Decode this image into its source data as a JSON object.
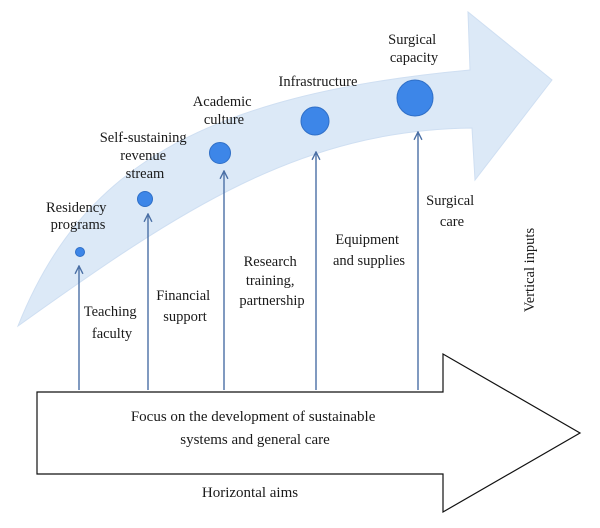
{
  "diagram": {
    "colors": {
      "curved_arrow_fill": "#dce9f7",
      "curved_arrow_stroke": "#cfdff2",
      "node_fill": "#3d86e8",
      "node_stroke": "#2f6fc7",
      "input_arrow": "#4a6fa5",
      "main_arrow_stroke": "#111111",
      "text": "#1a1a1a"
    },
    "milestones": [
      {
        "lines": [
          "Residency",
          "programs"
        ]
      },
      {
        "lines": [
          "Self-sustaining",
          "revenue",
          "stream"
        ]
      },
      {
        "lines": [
          "Academic",
          "culture"
        ]
      },
      {
        "lines": [
          "Infrastructure"
        ]
      },
      {
        "lines": [
          "Surgical",
          "capacity"
        ]
      }
    ],
    "inputs": [
      {
        "lines": [
          "Teaching",
          "faculty"
        ]
      },
      {
        "lines": [
          "Financial",
          "support"
        ]
      },
      {
        "lines": [
          "Research",
          "training,",
          "partnership"
        ]
      },
      {
        "lines": [
          "Equipment",
          "and supplies"
        ]
      },
      {
        "lines": [
          "Surgical",
          "care"
        ]
      }
    ],
    "vertical_label": "Vertical inputs",
    "main_arrow_lines": [
      "Focus on the development of sustainable",
      "systems and general care"
    ],
    "horizontal_label": "Horizontal aims"
  }
}
